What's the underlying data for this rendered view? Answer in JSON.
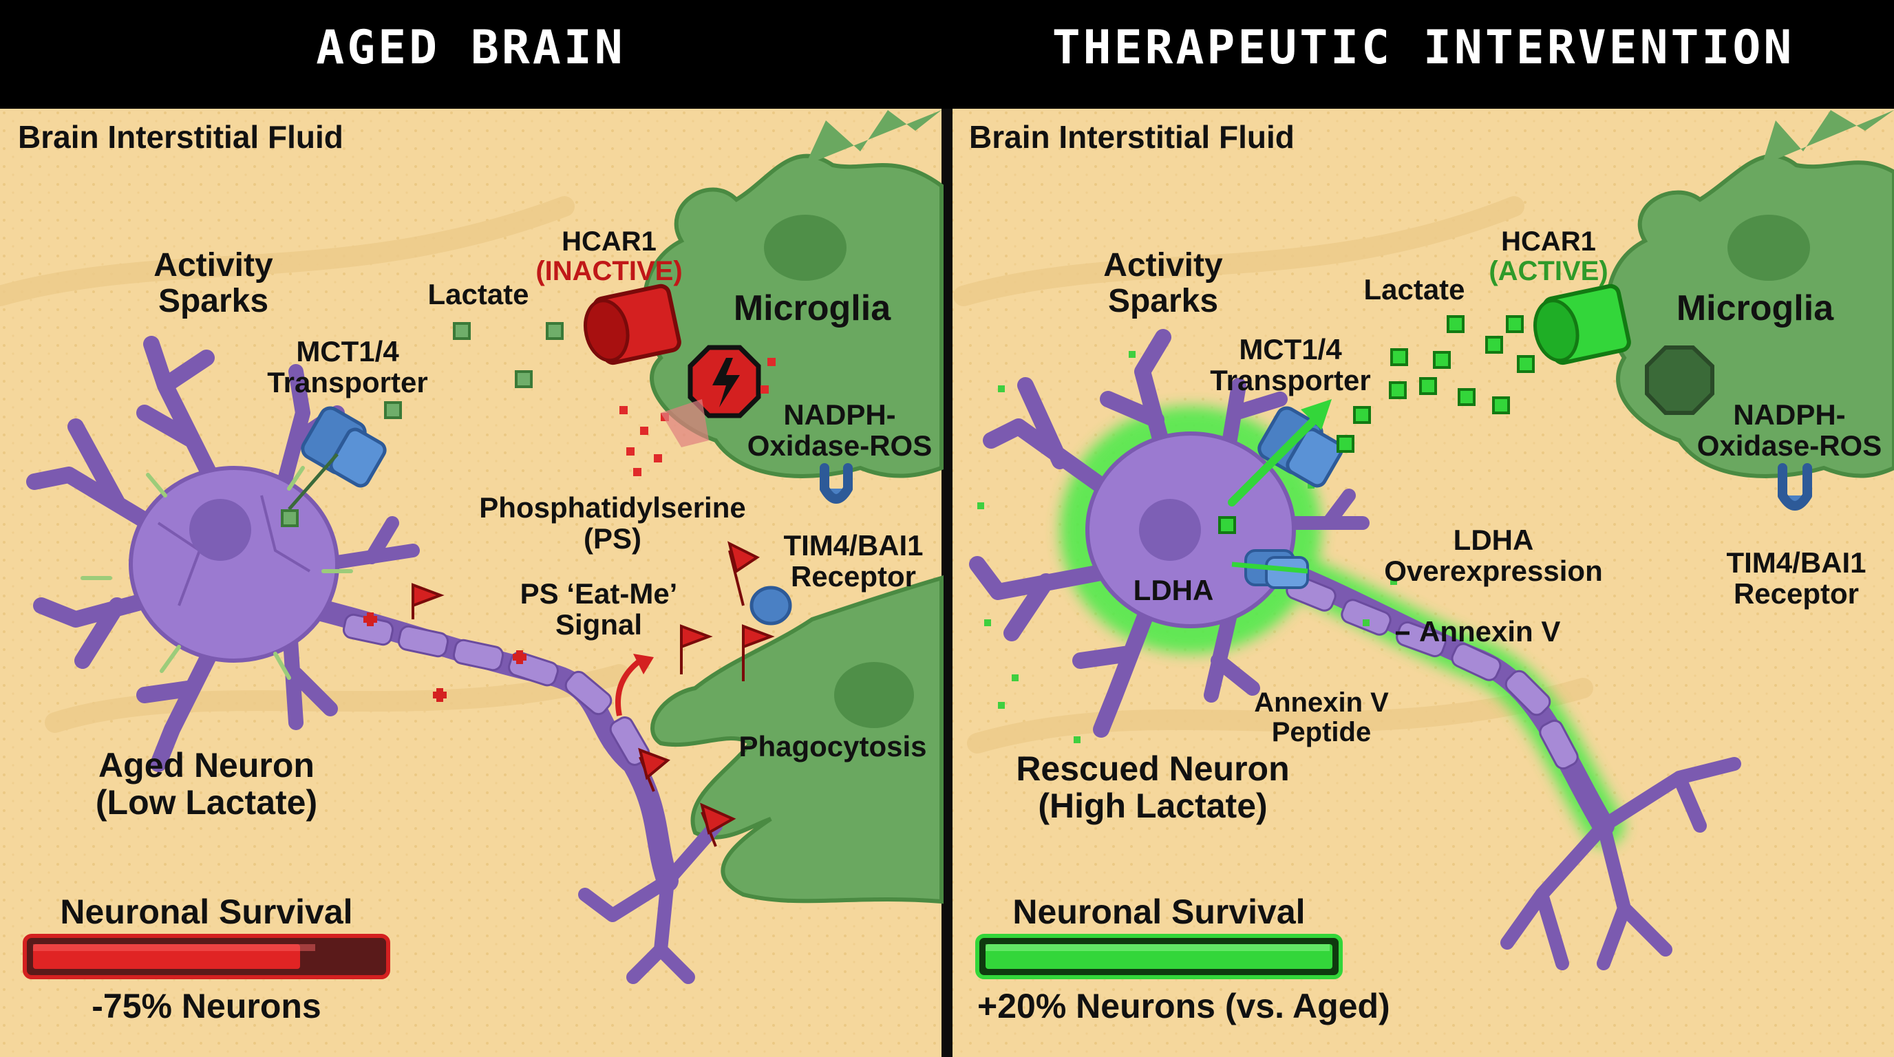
{
  "panels": [
    {
      "title": "AGED BRAIN",
      "fluid_label": "Brain Interstitial Fluid",
      "activity_label": [
        "Activity",
        "Sparks"
      ],
      "transporter_label": [
        "MCT1/4",
        "Transporter"
      ],
      "lactate_label": "Lactate",
      "hcar_label": "HCAR1",
      "hcar_state": "(INACTIVE)",
      "microglia_label": "Microglia",
      "nadph_label": [
        "NADPH-",
        "Oxidase-ROS"
      ],
      "ps_label": [
        "Phosphatidylserine",
        "(PS)"
      ],
      "tim_label": [
        "TIM4/BAI1",
        "Receptor"
      ],
      "signal_label": [
        "PS ‘Eat-Me’",
        "Signal"
      ],
      "phago_label": "Phagocytosis",
      "neuron_label": [
        "Aged Neuron",
        "(Low Lactate)"
      ],
      "survival_title": "Neuronal Survival",
      "survival_level": 0.77,
      "survival_text": "-75% Neurons"
    },
    {
      "title": "THERAPEUTIC INTERVENTION",
      "fluid_label": "Brain Interstitial Fluid",
      "activity_label": [
        "Activity",
        "Sparks"
      ],
      "transporter_label": [
        "MCT1/4",
        "Transporter"
      ],
      "lactate_label": "Lactate",
      "hcar_label": "HCAR1",
      "hcar_state": "(ACTIVE)",
      "microglia_label": "Microglia",
      "nadph_label": [
        "NADPH-",
        "Oxidase-ROS"
      ],
      "tim_label": [
        "TIM4/BAI1",
        "Receptor"
      ],
      "ldha_label": "LDHA",
      "ldha_over_label": [
        "LDHA",
        "Overexpression"
      ],
      "annexin_label": "Annexin V",
      "annexin_peptide_label": [
        "Annexin V",
        "Peptide"
      ],
      "neuron_label": [
        "Rescued Neuron",
        "(High Lactate)"
      ],
      "survival_title": "Neuronal Survival",
      "survival_level": 1.0,
      "survival_text": "+20% Neurons (vs. Aged)"
    }
  ],
  "colors": {
    "background": "#f5d79c",
    "neuron": "#9b7ad0",
    "microglia": "#6aa860",
    "inactive": "#d42020",
    "active": "#33d63a",
    "transporter": "#4a80c4"
  }
}
